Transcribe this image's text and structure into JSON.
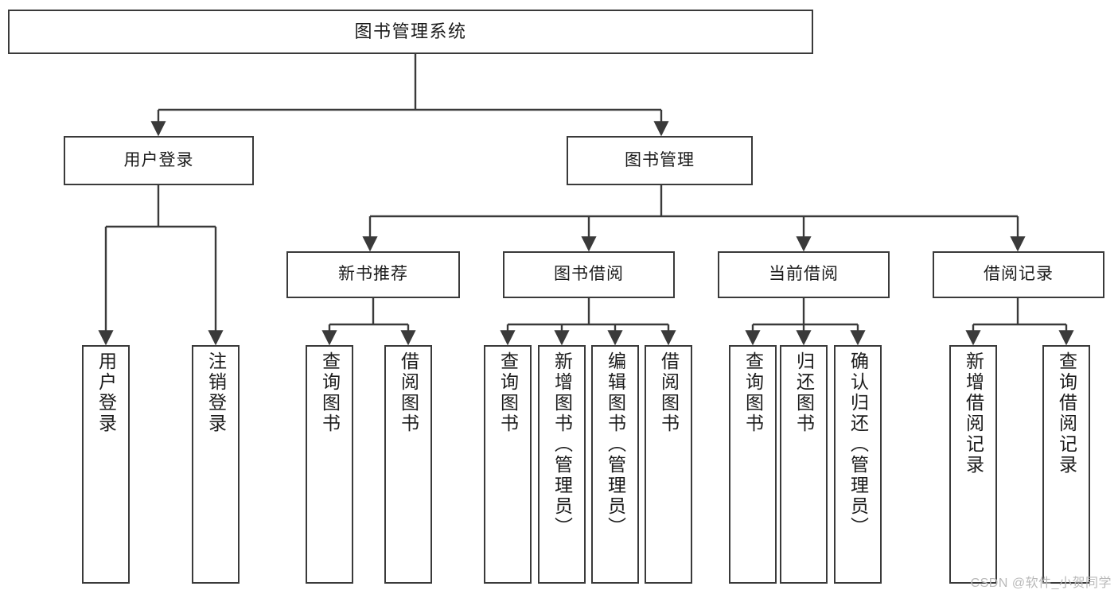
{
  "diagram": {
    "title": "图书管理系统",
    "type": "tree-hierarchy",
    "watermark": "CSDN @软件_小贺同学",
    "colors": {
      "stroke": "#3a3a3a",
      "fill": "#ffffff",
      "text": "#1b1b1b",
      "watermark": "#b9b9b9"
    },
    "nodes": {
      "root": {
        "label": "图书管理系统"
      },
      "level1": [
        {
          "id": "user-login",
          "label": "用户登录"
        },
        {
          "id": "book-manage",
          "label": "图书管理"
        }
      ],
      "level2": [
        {
          "id": "new-book-rec",
          "label": "新书推荐"
        },
        {
          "id": "book-borrow",
          "label": "图书借阅"
        },
        {
          "id": "current-borrow",
          "label": "当前借阅"
        },
        {
          "id": "borrow-record",
          "label": "借阅记录"
        }
      ],
      "leaves": {
        "user_login": [
          {
            "id": "leaf-user-login",
            "label": "用户登录"
          },
          {
            "id": "leaf-logout",
            "label": "注销登录"
          }
        ],
        "new_book_rec": [
          {
            "id": "leaf-query-book-1",
            "label": "查询图书"
          },
          {
            "id": "leaf-borrow-book-1",
            "label": "借阅图书"
          }
        ],
        "book_borrow": [
          {
            "id": "leaf-query-book-2",
            "label": "查询图书"
          },
          {
            "id": "leaf-add-book",
            "label": "新增图书（管理员）"
          },
          {
            "id": "leaf-edit-book",
            "label": "编辑图书（管理员）"
          },
          {
            "id": "leaf-borrow-book-2",
            "label": "借阅图书"
          }
        ],
        "current_borrow": [
          {
            "id": "leaf-query-book-3",
            "label": "查询图书"
          },
          {
            "id": "leaf-return-book",
            "label": "归还图书"
          },
          {
            "id": "leaf-confirm-return",
            "label": "确认归还（管理员）"
          }
        ],
        "borrow_record": [
          {
            "id": "leaf-add-record",
            "label": "新增借阅记录"
          },
          {
            "id": "leaf-query-record",
            "label": "查询借阅记录"
          }
        ]
      }
    }
  }
}
